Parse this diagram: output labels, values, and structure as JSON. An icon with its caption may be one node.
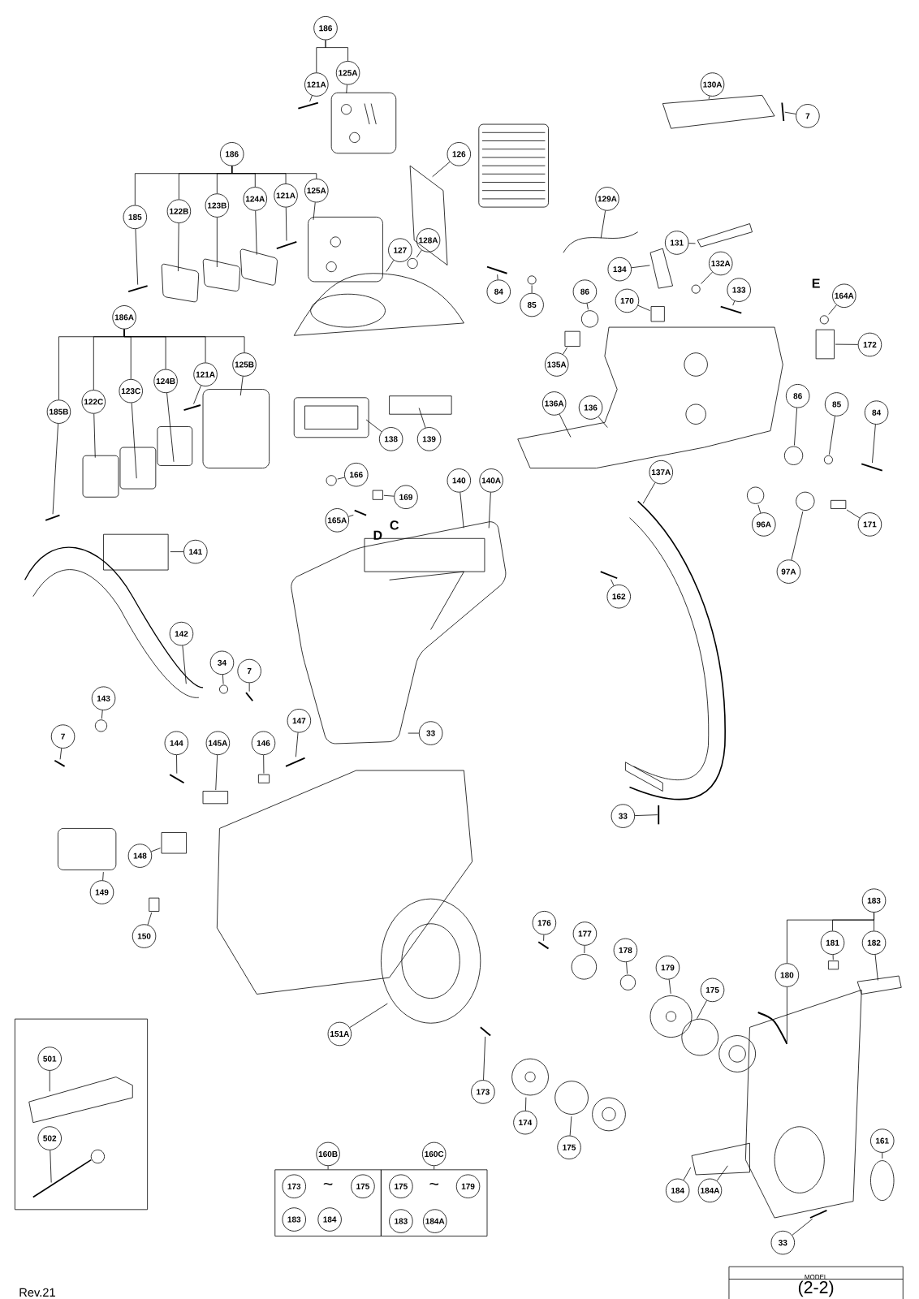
{
  "diagram": {
    "nodes": [
      {
        "text": [
          "186"
        ]
      },
      {
        "text": [
          "121A"
        ]
      },
      {
        "text": [
          "125A"
        ]
      },
      {
        "text": [
          "7"
        ]
      },
      {
        "text": [
          "130A"
        ]
      },
      {
        "text": [
          "126"
        ]
      },
      {
        "text": [
          "186"
        ]
      },
      {
        "text": [
          "185"
        ]
      },
      {
        "text": [
          "122B"
        ]
      },
      {
        "text": [
          "123B"
        ]
      },
      {
        "text": [
          "124A"
        ]
      },
      {
        "text": [
          "121A"
        ]
      },
      {
        "text": [
          "125A"
        ]
      },
      {
        "text": [
          "129A"
        ]
      },
      {
        "text": [
          "131"
        ]
      },
      {
        "text": [
          "127"
        ]
      },
      {
        "text": [
          "128A"
        ]
      },
      {
        "text": [
          "134"
        ]
      },
      {
        "text": [
          "132A"
        ]
      },
      {
        "text": [
          "133"
        ]
      },
      {
        "text": [
          "84"
        ]
      },
      {
        "text": [
          "85"
        ]
      },
      {
        "text": [
          "86"
        ]
      },
      {
        "text": [
          "170"
        ]
      },
      {
        "text": [
          "164A"
        ]
      },
      {
        "text": [
          "186A"
        ]
      },
      {
        "text": [
          "185B"
        ]
      },
      {
        "text": [
          "122C"
        ]
      },
      {
        "text": [
          "123C"
        ]
      },
      {
        "text": [
          "124B"
        ]
      },
      {
        "text": [
          "121A"
        ]
      },
      {
        "text": [
          "125B"
        ]
      },
      {
        "text": [
          "172"
        ]
      },
      {
        "text": [
          "135A"
        ]
      },
      {
        "text": [
          "136A"
        ]
      },
      {
        "text": [
          "136"
        ]
      },
      {
        "text": [
          "86"
        ]
      },
      {
        "text": [
          "85"
        ]
      },
      {
        "text": [
          "84"
        ]
      },
      {
        "text": [
          "138"
        ]
      },
      {
        "text": [
          "139"
        ]
      },
      {
        "text": [
          "137A"
        ]
      },
      {
        "text": [
          "166"
        ]
      },
      {
        "text": [
          "140"
        ]
      },
      {
        "text": [
          "140A"
        ]
      },
      {
        "text": [
          "169"
        ]
      },
      {
        "text": [
          "165A"
        ]
      },
      {
        "text": [
          "96A"
        ]
      },
      {
        "text": [
          "171"
        ]
      },
      {
        "text": [
          "141"
        ]
      },
      {
        "text": [
          "97A"
        ]
      },
      {
        "text": [
          "162"
        ]
      },
      {
        "text": [
          "142"
        ]
      },
      {
        "text": [
          "34"
        ]
      },
      {
        "text": [
          "7"
        ]
      },
      {
        "text": [
          "143"
        ]
      },
      {
        "text": [
          "147"
        ]
      },
      {
        "text": [
          "33"
        ]
      },
      {
        "text": [
          "7"
        ]
      },
      {
        "text": [
          "144"
        ]
      },
      {
        "text": [
          "145A"
        ]
      },
      {
        "text": [
          "146"
        ]
      },
      {
        "text": [
          "33"
        ]
      },
      {
        "text": [
          "148"
        ]
      },
      {
        "text": [
          "149"
        ]
      },
      {
        "text": [
          "183"
        ]
      },
      {
        "text": [
          "176"
        ]
      },
      {
        "text": [
          "177"
        ]
      },
      {
        "text": [
          "150"
        ]
      },
      {
        "text": [
          "181"
        ]
      },
      {
        "text": [
          "182"
        ]
      },
      {
        "text": [
          "178"
        ]
      },
      {
        "text": [
          "180"
        ]
      },
      {
        "text": [
          "179"
        ]
      },
      {
        "text": [
          "175"
        ]
      },
      {
        "text": [
          "151A"
        ]
      },
      {
        "text": [],
        "shape": "box"
      },
      {
        "text": [
          "501"
        ],
        "in": 76
      },
      {
        "text": [
          "173"
        ]
      },
      {
        "text": [
          "174"
        ]
      },
      {
        "text": [
          "161"
        ]
      },
      {
        "text": [
          "502"
        ],
        "in": 76
      },
      {
        "text": [
          "175"
        ]
      },
      {
        "text": [
          "160B"
        ]
      },
      {
        "text": [
          "160C"
        ]
      },
      {
        "text": [
          "~"
        ]
      },
      {
        "text": [
          "173"
        ],
        "in": 85
      },
      {
        "text": [
          "175"
        ],
        "in": 85
      },
      {
        "text": [
          "183"
        ],
        "in": 85
      },
      {
        "text": [
          "184"
        ],
        "in": 85
      },
      {
        "text": [
          "~"
        ]
      },
      {
        "text": [
          "175"
        ],
        "in": 90
      },
      {
        "text": [
          "179"
        ],
        "in": 90
      },
      {
        "text": [
          "183"
        ],
        "in": 90
      },
      {
        "text": [
          "184A"
        ],
        "in": 90
      },
      {
        "text": [
          "184"
        ]
      },
      {
        "text": [
          "184A"
        ]
      },
      {
        "text": [
          "33"
        ]
      },
      {
        "text": [
          "MODEL",
          "(2-2)"
        ]
      },
      {
        "text": [],
        "shape": "picture"
      },
      {
        "text": [],
        "shape": "picture"
      },
      {
        "text": [],
        "shape": "picture"
      },
      {
        "text": [],
        "shape": "circle"
      },
      {
        "text": [],
        "shape": "picture"
      },
      {
        "text": [],
        "shape": "circle"
      },
      {
        "text": [],
        "shape": "circle"
      },
      {
        "text": [],
        "shape": "box"
      },
      {
        "text": [],
        "shape": "picture"
      },
      {
        "text": [],
        "shape": "circle"
      },
      {
        "text": [],
        "shape": "picture"
      },
      {
        "text": [],
        "shape": "circle"
      },
      {
        "text": [],
        "shape": "box"
      },
      {
        "text": [],
        "shape": "box"
      },
      {
        "text": [],
        "shape": "picture"
      },
      {
        "text": [],
        "shape": "picture"
      },
      {
        "text": [],
        "shape": "circle"
      },
      {
        "text": [],
        "shape": "circle"
      },
      {
        "text": [],
        "shape": "picture"
      },
      {
        "text": [],
        "shape": "circle"
      },
      {
        "text": [],
        "shape": "box"
      },
      {
        "text": [],
        "shape": "picture"
      },
      {
        "text": [],
        "shape": "circle"
      },
      {
        "text": [],
        "shape": "circle"
      },
      {
        "text": [],
        "shape": "box"
      },
      {
        "text": [],
        "shape": "picture"
      },
      {
        "text": [],
        "shape": "circle"
      },
      {
        "text": [],
        "shape": "picture"
      },
      {
        "text": [],
        "shape": "circle"
      },
      {
        "text": [],
        "shape": "picture"
      },
      {
        "text": [],
        "shape": "picture"
      },
      {
        "text": [],
        "shape": "box"
      },
      {
        "text": [],
        "shape": "box"
      },
      {
        "text": [],
        "shape": "picture"
      },
      {
        "text": [],
        "shape": "picture"
      },
      {
        "text": [],
        "shape": "box"
      },
      {
        "text": [],
        "shape": "box"
      },
      {
        "text": [],
        "shape": "picture"
      },
      {
        "text": [],
        "shape": "circle"
      },
      {
        "text": [],
        "shape": "circle"
      },
      {
        "text": [],
        "shape": "box"
      },
      {
        "text": [],
        "shape": "picture"
      },
      {
        "text": [],
        "shape": "picture"
      }
    ],
    "edges": [
      {
        "from": 0,
        "to": 1,
        "arrow": "none"
      },
      {
        "from": 0,
        "to": 2,
        "arrow": "none"
      },
      {
        "from": 6,
        "to": 7,
        "arrow": "none"
      },
      {
        "from": 6,
        "to": 8,
        "arrow": "none"
      },
      {
        "from": 6,
        "to": 9,
        "arrow": "none"
      },
      {
        "from": 6,
        "to": 10,
        "arrow": "none"
      },
      {
        "from": 6,
        "to": 11,
        "arrow": "none"
      },
      {
        "from": 6,
        "to": 12,
        "arrow": "none"
      },
      {
        "from": 25,
        "to": 26,
        "arrow": "none"
      },
      {
        "from": 25,
        "to": 27,
        "arrow": "none"
      },
      {
        "from": 25,
        "to": 28,
        "arrow": "none"
      },
      {
        "from": 25,
        "to": 29,
        "arrow": "none"
      },
      {
        "from": 25,
        "to": 30,
        "arrow": "none"
      },
      {
        "from": 25,
        "to": 31,
        "arrow": "none"
      },
      {
        "from": 65,
        "to": 69,
        "arrow": "none"
      },
      {
        "from": 65,
        "to": 70,
        "arrow": "none"
      },
      {
        "from": 65,
        "to": 72,
        "arrow": "none"
      },
      {
        "from": 83,
        "to": 85,
        "arrow": "none"
      },
      {
        "from": 84,
        "to": 90,
        "arrow": "none"
      },
      {
        "from": 1,
        "to": 99,
        "arrow": "none"
      },
      {
        "from": 2,
        "to": null,
        "arrow": "none"
      },
      {
        "from": 3,
        "to": 107,
        "arrow": "none"
      },
      {
        "from": 4,
        "to": null,
        "arrow": "none"
      },
      {
        "from": 5,
        "to": null,
        "arrow": "none"
      },
      {
        "from": 7,
        "to": 100,
        "arrow": "none"
      },
      {
        "from": 8,
        "to": null,
        "arrow": "none"
      },
      {
        "from": 9,
        "to": null,
        "arrow": "none"
      },
      {
        "from": 10,
        "to": null,
        "arrow": "none"
      },
      {
        "from": 11,
        "to": 101,
        "arrow": "none"
      },
      {
        "from": 12,
        "to": null,
        "arrow": "none"
      },
      {
        "from": 13,
        "to": null,
        "arrow": "none"
      },
      {
        "from": 14,
        "to": null,
        "arrow": "none"
      },
      {
        "from": 15,
        "to": null,
        "arrow": "none"
      },
      {
        "from": 16,
        "to": 102,
        "arrow": "none"
      },
      {
        "from": 17,
        "to": null,
        "arrow": "none"
      },
      {
        "from": 18,
        "to": 108,
        "arrow": "none"
      },
      {
        "from": 19,
        "to": 109,
        "arrow": "none"
      },
      {
        "from": 20,
        "to": 103,
        "arrow": "none"
      },
      {
        "from": 21,
        "to": 104,
        "arrow": "none"
      },
      {
        "from": 22,
        "to": 105,
        "arrow": "none"
      },
      {
        "from": 23,
        "to": 106,
        "arrow": "none"
      },
      {
        "from": 24,
        "to": 110,
        "arrow": "none"
      },
      {
        "from": 26,
        "to": 113,
        "arrow": "none"
      },
      {
        "from": 27,
        "to": null,
        "arrow": "none"
      },
      {
        "from": 28,
        "to": null,
        "arrow": "none"
      },
      {
        "from": 29,
        "to": null,
        "arrow": "none"
      },
      {
        "from": 30,
        "to": 114,
        "arrow": "none"
      },
      {
        "from": 31,
        "to": null,
        "arrow": "none"
      },
      {
        "from": 32,
        "to": 111,
        "arrow": "none"
      },
      {
        "from": 33,
        "to": 112,
        "arrow": "none"
      },
      {
        "from": 34,
        "to": null,
        "arrow": "none"
      },
      {
        "from": 35,
        "to": null,
        "arrow": "none"
      },
      {
        "from": 36,
        "to": 115,
        "arrow": "none"
      },
      {
        "from": 37,
        "to": 116,
        "arrow": "none"
      },
      {
        "from": 38,
        "to": 117,
        "arrow": "none"
      },
      {
        "from": 39,
        "to": null,
        "arrow": "none"
      },
      {
        "from": 40,
        "to": null,
        "arrow": "none"
      },
      {
        "from": 41,
        "to": null,
        "arrow": "none"
      },
      {
        "from": 42,
        "to": 118,
        "arrow": "none"
      },
      {
        "from": 43,
        "to": null,
        "arrow": "none"
      },
      {
        "from": 44,
        "to": null,
        "arrow": "none"
      },
      {
        "from": 45,
        "to": 119,
        "arrow": "none"
      },
      {
        "from": 46,
        "to": 120,
        "arrow": "none"
      },
      {
        "from": 47,
        "to": 121,
        "arrow": "none"
      },
      {
        "from": 48,
        "to": 123,
        "arrow": "none"
      },
      {
        "from": 49,
        "to": null,
        "arrow": "none"
      },
      {
        "from": 50,
        "to": 122,
        "arrow": "none"
      },
      {
        "from": 51,
        "to": 124,
        "arrow": "none"
      },
      {
        "from": 52,
        "to": null,
        "arrow": "none"
      },
      {
        "from": 53,
        "to": 125,
        "arrow": "none"
      },
      {
        "from": 54,
        "to": 126,
        "arrow": "none"
      },
      {
        "from": 55,
        "to": 127,
        "arrow": "none"
      },
      {
        "from": 56,
        "to": 132,
        "arrow": "none"
      },
      {
        "from": 57,
        "to": null,
        "arrow": "none"
      },
      {
        "from": 58,
        "to": 128,
        "arrow": "none"
      },
      {
        "from": 59,
        "to": 129,
        "arrow": "none"
      },
      {
        "from": 60,
        "to": 130,
        "arrow": "none"
      },
      {
        "from": 61,
        "to": 131,
        "arrow": "none"
      },
      {
        "from": 62,
        "to": 133,
        "arrow": "none"
      },
      {
        "from": 63,
        "to": 134,
        "arrow": "none"
      },
      {
        "from": 64,
        "to": null,
        "arrow": "none"
      },
      {
        "from": 66,
        "to": 136,
        "arrow": "none"
      },
      {
        "from": 67,
        "to": 137,
        "arrow": "none"
      },
      {
        "from": 68,
        "to": 135,
        "arrow": "none"
      },
      {
        "from": 69,
        "to": 139,
        "arrow": "none"
      },
      {
        "from": 70,
        "to": null,
        "arrow": "none"
      },
      {
        "from": 71,
        "to": 138,
        "arrow": "none"
      },
      {
        "from": 72,
        "to": null,
        "arrow": "none"
      },
      {
        "from": 73,
        "to": null,
        "arrow": "none"
      },
      {
        "from": 74,
        "to": null,
        "arrow": "none"
      },
      {
        "from": 75,
        "to": null,
        "arrow": "none"
      },
      {
        "from": 77,
        "to": null,
        "arrow": "none"
      },
      {
        "from": 78,
        "to": 140,
        "arrow": "none"
      },
      {
        "from": 79,
        "to": null,
        "arrow": "none"
      },
      {
        "from": 80,
        "to": null,
        "arrow": "none"
      },
      {
        "from": 81,
        "to": null,
        "arrow": "none"
      },
      {
        "from": 82,
        "to": null,
        "arrow": "none"
      },
      {
        "from": 95,
        "to": null,
        "arrow": "none"
      },
      {
        "from": 96,
        "to": null,
        "arrow": "none"
      },
      {
        "from": 97,
        "to": 141,
        "arrow": "none"
      }
    ],
    "labels": [
      "E",
      "C",
      "D",
      "Rev.21"
    ]
  }
}
